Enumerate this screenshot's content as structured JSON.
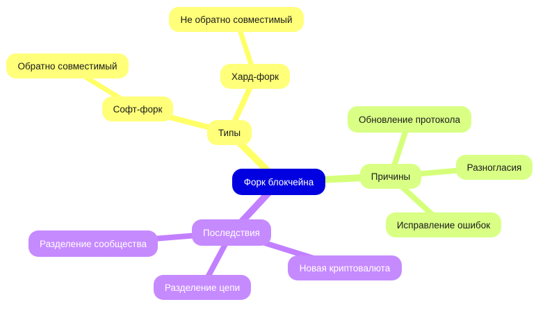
{
  "root": {
    "label": "Форк блокчейна",
    "fill": "#0000e0",
    "text_color": "#ffffff"
  },
  "branches": [
    {
      "key": "types",
      "label": "Типы",
      "fill": "#ffff7a",
      "edge_color": "#ffff66",
      "text_color": "#1a1a1a",
      "children": [
        {
          "key": "hard-fork",
          "label": "Хард-форк",
          "children": [
            {
              "key": "not-backward-compatible",
              "label": "Не обратно совместимый"
            }
          ]
        },
        {
          "key": "soft-fork",
          "label": "Софт-форк",
          "children": [
            {
              "key": "backward-compatible",
              "label": "Обратно совместимый"
            }
          ]
        }
      ]
    },
    {
      "key": "reasons",
      "label": "Причины",
      "fill": "#d9ff85",
      "edge_color": "#d5ff7a",
      "text_color": "#1a1a1a",
      "children": [
        {
          "key": "protocol-update",
          "label": "Обновление протокола"
        },
        {
          "key": "disagreements",
          "label": "Разногласия"
        },
        {
          "key": "bug-fixes",
          "label": "Исправление ошибок"
        }
      ]
    },
    {
      "key": "consequences",
      "label": "Последствия",
      "fill": "#c68aff",
      "edge_color": "#c27fff",
      "text_color": "#ffffff",
      "children": [
        {
          "key": "community-split",
          "label": "Разделение сообщества"
        },
        {
          "key": "new-cryptocurrency",
          "label": "Новая криптовалюта"
        },
        {
          "key": "chain-split",
          "label": "Разделение цепи"
        }
      ]
    }
  ]
}
